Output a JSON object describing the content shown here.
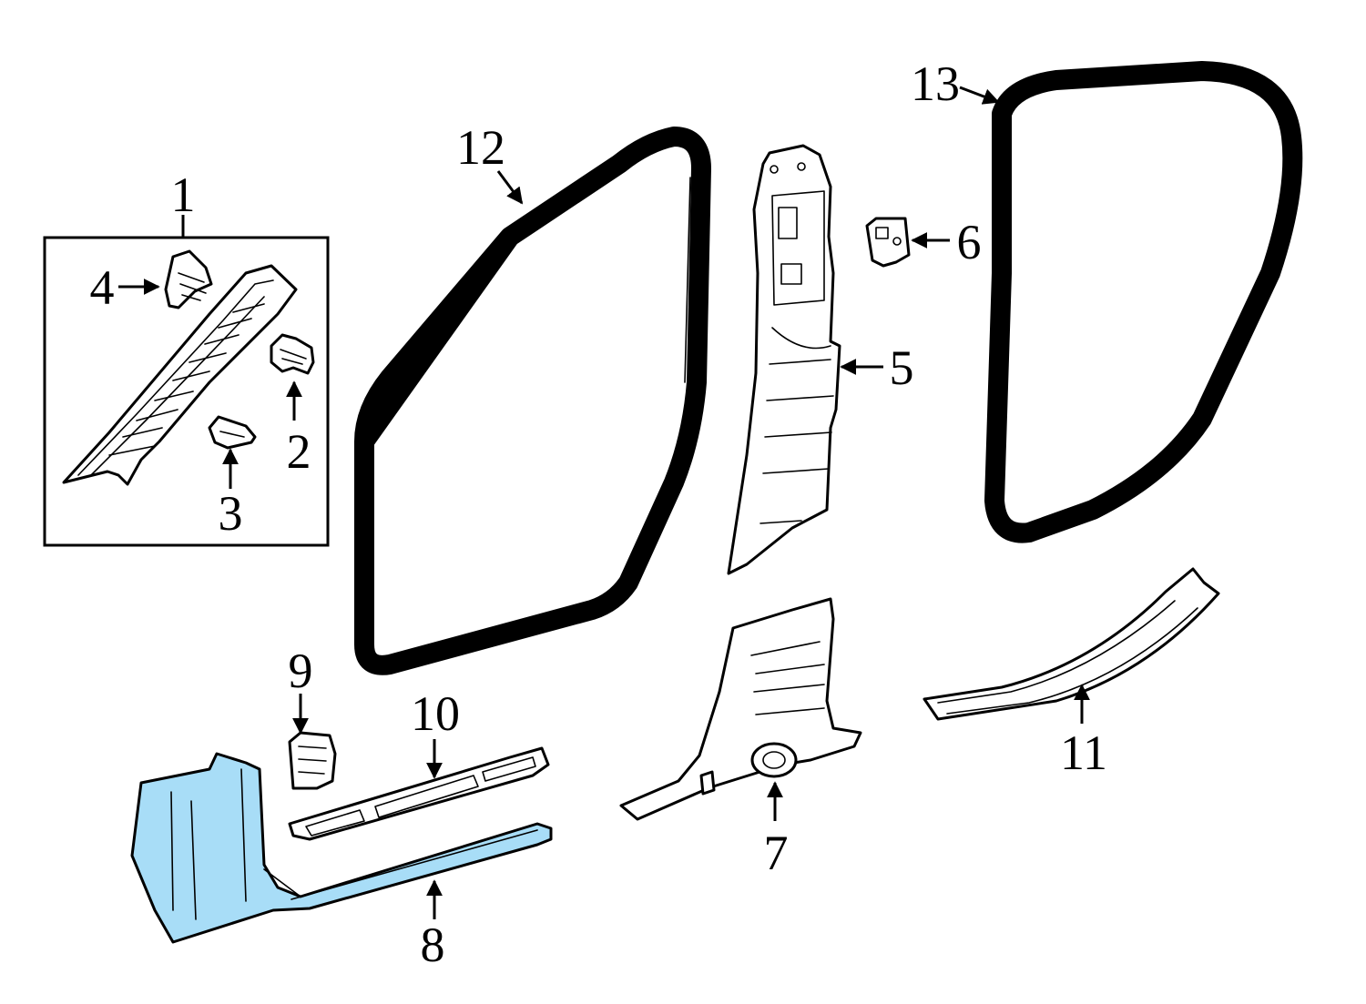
{
  "diagram": {
    "highlight_color": "#A8DDF7",
    "line_color": "#000000",
    "background": "#FFFFFF",
    "callouts": {
      "c1": "1",
      "c2": "2",
      "c3": "3",
      "c4": "4",
      "c5": "5",
      "c6": "6",
      "c7": "7",
      "c8": "8",
      "c9": "9",
      "c10": "10",
      "c11": "11",
      "c12": "12",
      "c13": "13"
    },
    "highlighted_part": "8"
  }
}
